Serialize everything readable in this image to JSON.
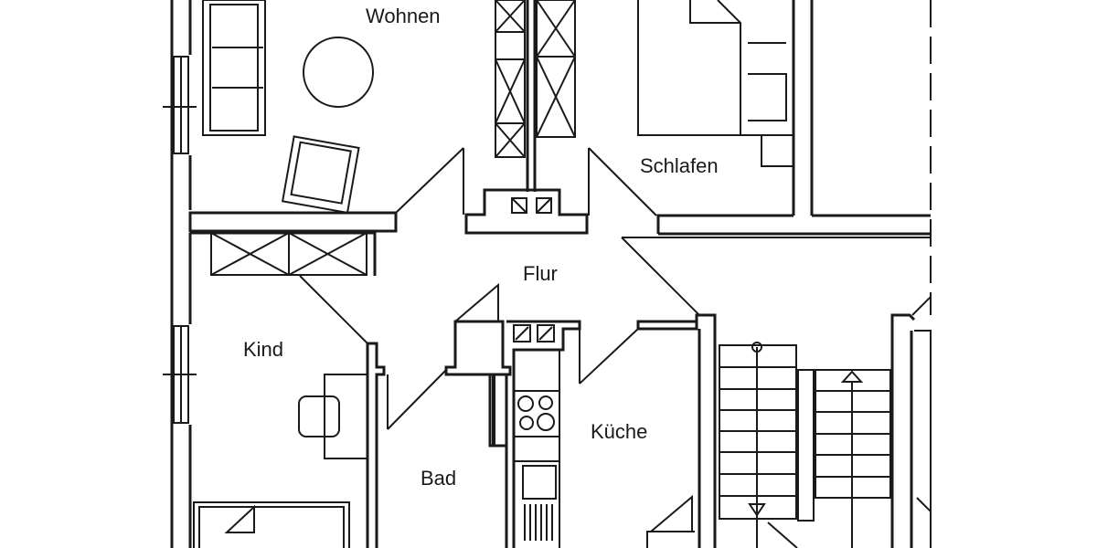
{
  "floorplan": {
    "rooms": [
      {
        "id": "wohnen",
        "label": "Wohnen"
      },
      {
        "id": "schlafen",
        "label": "Schlafen"
      },
      {
        "id": "flur",
        "label": "Flur"
      },
      {
        "id": "kind",
        "label": "Kind"
      },
      {
        "id": "kueche",
        "label": "Küche"
      },
      {
        "id": "bad",
        "label": "Bad"
      }
    ],
    "colors": {
      "background": "#ffffff",
      "line": "#1a1a1a"
    }
  }
}
